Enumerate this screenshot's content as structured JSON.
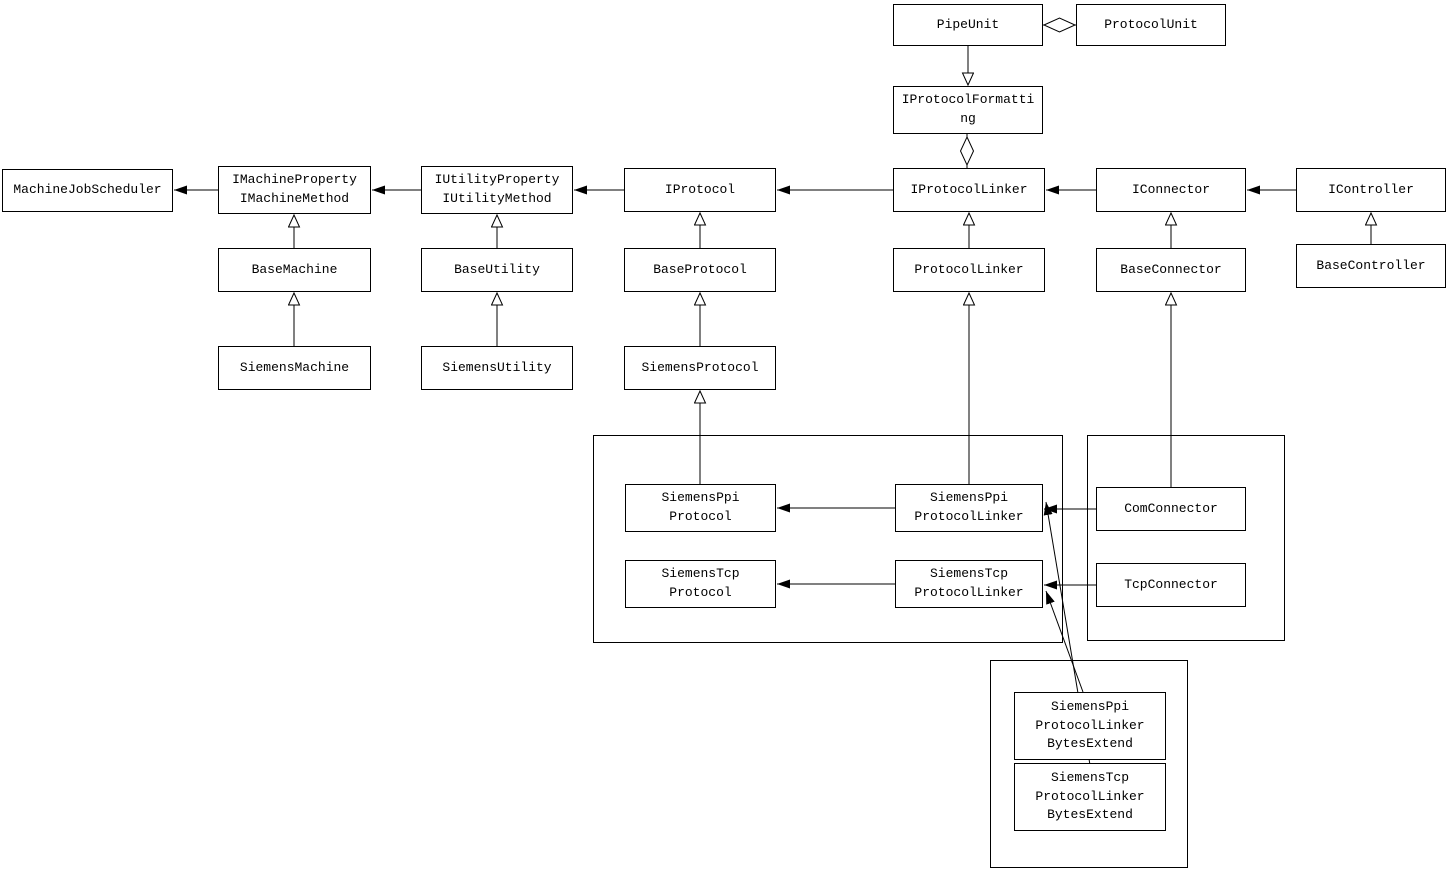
{
  "diagram": {
    "type": "uml-class-diagram",
    "background_color": "#ffffff",
    "line_color": "#000000",
    "box_fill_color": "#ffffff"
  },
  "nodes": {
    "pipeUnit": {
      "label": "PipeUnit"
    },
    "protocolUnit": {
      "label": "ProtocolUnit"
    },
    "iProtocolFormatting": {
      "label": "IProtocolFormatti\nng"
    },
    "machineJobScheduler": {
      "label": "MachineJobScheduler"
    },
    "iMachineProperty": {
      "label": "IMachineProperty\nIMachineMethod"
    },
    "iUtilityProperty": {
      "label": "IUtilityProperty\nIUtilityMethod"
    },
    "iProtocol": {
      "label": "IProtocol"
    },
    "iProtocolLinker": {
      "label": "IProtocolLinker"
    },
    "iConnector": {
      "label": "IConnector"
    },
    "iController": {
      "label": "IController"
    },
    "baseMachine": {
      "label": "BaseMachine"
    },
    "baseUtility": {
      "label": "BaseUtility"
    },
    "baseProtocol": {
      "label": "BaseProtocol"
    },
    "protocolLinker": {
      "label": "ProtocolLinker"
    },
    "baseConnector": {
      "label": "BaseConnector"
    },
    "baseController": {
      "label": "BaseController"
    },
    "siemensMachine": {
      "label": "SiemensMachine"
    },
    "siemensUtility": {
      "label": "SiemensUtility"
    },
    "siemensProtocol": {
      "label": "SiemensProtocol"
    },
    "siemensPpiProtocol": {
      "label": "SiemensPpi\nProtocol"
    },
    "siemensPpiProtocolLinker": {
      "label": "SiemensPpi\nProtocolLinker"
    },
    "siemensTcpProtocol": {
      "label": "SiemensTcp\nProtocol"
    },
    "siemensTcpProtocolLinker": {
      "label": "SiemensTcp\nProtocolLinker"
    },
    "comConnector": {
      "label": "ComConnector"
    },
    "tcpConnector": {
      "label": "TcpConnector"
    },
    "siemensPpiProtocolLinkerBytesExtend": {
      "label": "SiemensPpi\nProtocolLinker\nBytesExtend"
    },
    "siemensTcpProtocolLinkerBytesExtend": {
      "label": "SiemensTcp\nProtocolLinker\nBytesExtend"
    }
  },
  "relationships": [
    {
      "from": "PipeUnit",
      "to": "ProtocolUnit",
      "type": "aggregation"
    },
    {
      "from": "PipeUnit",
      "to": "IProtocolFormatting",
      "type": "realization"
    },
    {
      "from": "IProtocolLinker",
      "to": "IProtocolFormatting",
      "type": "aggregation"
    },
    {
      "from": "IMachineProperty/IMachineMethod",
      "to": "MachineJobScheduler",
      "type": "association"
    },
    {
      "from": "IUtilityProperty/IUtilityMethod",
      "to": "IMachineProperty/IMachineMethod",
      "type": "association"
    },
    {
      "from": "IProtocol",
      "to": "IUtilityProperty/IUtilityMethod",
      "type": "association"
    },
    {
      "from": "IProtocolLinker",
      "to": "IProtocol",
      "type": "association"
    },
    {
      "from": "IConnector",
      "to": "IProtocolLinker",
      "type": "association"
    },
    {
      "from": "IController",
      "to": "IConnector",
      "type": "association"
    },
    {
      "from": "BaseMachine",
      "to": "IMachineProperty/IMachineMethod",
      "type": "generalization"
    },
    {
      "from": "BaseUtility",
      "to": "IUtilityProperty/IUtilityMethod",
      "type": "generalization"
    },
    {
      "from": "BaseProtocol",
      "to": "IProtocol",
      "type": "generalization"
    },
    {
      "from": "ProtocolLinker",
      "to": "IProtocolLinker",
      "type": "generalization"
    },
    {
      "from": "BaseConnector",
      "to": "IConnector",
      "type": "generalization"
    },
    {
      "from": "BaseController",
      "to": "IController",
      "type": "generalization"
    },
    {
      "from": "SiemensMachine",
      "to": "BaseMachine",
      "type": "generalization"
    },
    {
      "from": "SiemensUtility",
      "to": "BaseUtility",
      "type": "generalization"
    },
    {
      "from": "SiemensProtocol",
      "to": "BaseProtocol",
      "type": "generalization"
    },
    {
      "from": "SiemensPpiProtocol",
      "to": "SiemensProtocol",
      "type": "generalization"
    },
    {
      "from": "SiemensPpiProtocolLinker",
      "to": "ProtocolLinker",
      "type": "generalization"
    },
    {
      "from": "ComConnector",
      "to": "BaseConnector",
      "type": "generalization"
    },
    {
      "from": "SiemensPpiProtocolLinker",
      "to": "SiemensPpiProtocol",
      "type": "association"
    },
    {
      "from": "SiemensTcpProtocolLinker",
      "to": "SiemensTcpProtocol",
      "type": "association"
    },
    {
      "from": "ComConnector",
      "to": "SiemensPpiProtocolLinker",
      "type": "association"
    },
    {
      "from": "TcpConnector",
      "to": "SiemensTcpProtocolLinker",
      "type": "association"
    },
    {
      "from": "SiemensPpiProtocolLinkerBytesExtend",
      "to": "SiemensPpiProtocolLinker",
      "type": "association"
    },
    {
      "from": "SiemensTcpProtocolLinkerBytesExtend",
      "to": "SiemensTcpProtocolLinker",
      "type": "association"
    }
  ]
}
